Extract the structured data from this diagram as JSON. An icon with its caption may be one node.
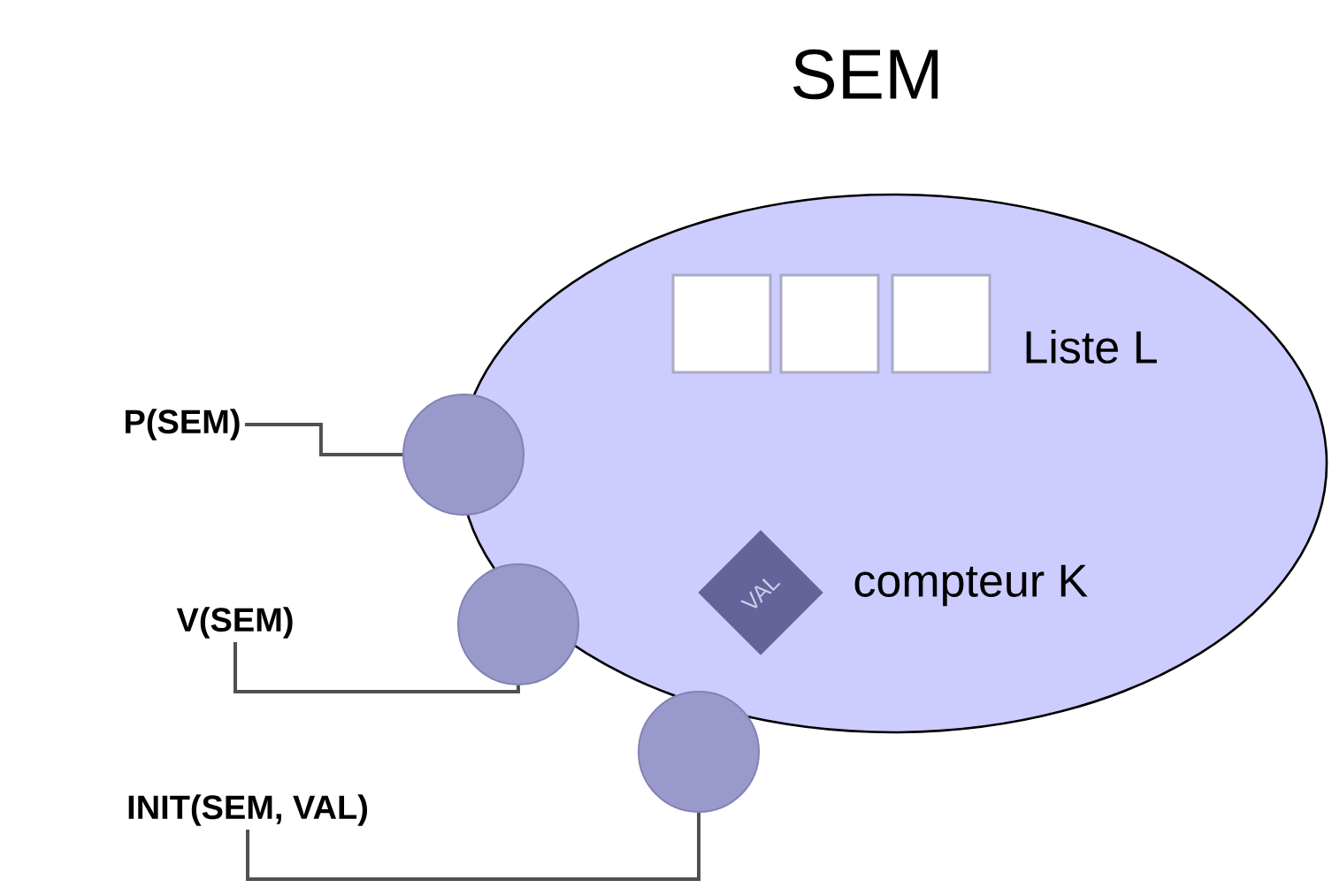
{
  "diagram": {
    "nodes": [
      {
        "text": [
          "SEM"
        ]
      },
      {
        "text": [],
        "shape": "circle"
      },
      {
        "text": [],
        "shape": "circle"
      },
      {
        "text": [],
        "shape": "circle"
      },
      {
        "text": [
          "P(SEM)"
        ]
      },
      {
        "text": [
          "V(SEM)"
        ]
      },
      {
        "text": [
          "INIT(SEM, VAL)"
        ]
      },
      {
        "text": [
          "VAL"
        ],
        "in": 0,
        "beside": [
          "compteur K"
        ]
      },
      {
        "text": [],
        "shape": "box",
        "in": 0
      },
      {
        "text": [],
        "shape": "box",
        "in": 0
      },
      {
        "text": [],
        "shape": "box",
        "in": 0,
        "beside": [
          "Liste L"
        ]
      }
    ],
    "edges": [
      {
        "from": 4,
        "to": 1,
        "arrow": "none"
      },
      {
        "from": 5,
        "to": 2,
        "arrow": "none"
      },
      {
        "from": 6,
        "to": 3,
        "arrow": "none"
      }
    ]
  }
}
